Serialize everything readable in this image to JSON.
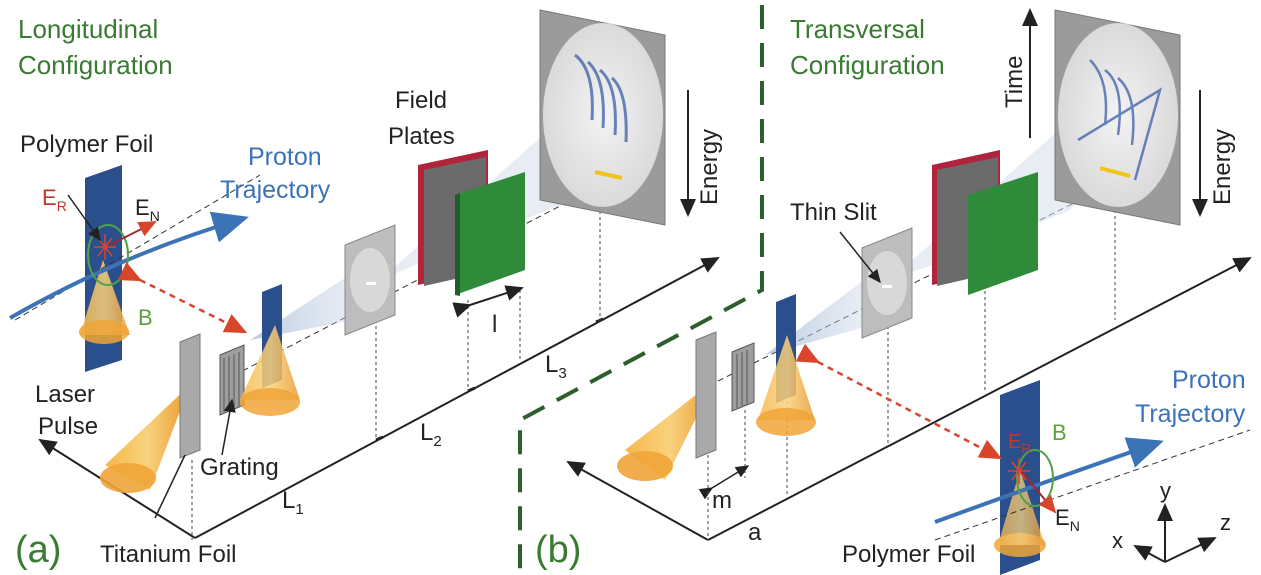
{
  "panel_a": {
    "config_title_line1": "Longitudinal",
    "config_title_line2": "Configuration",
    "polymer_foil": "Polymer Foil",
    "proton_line1": "Proton",
    "proton_line2": "Trajectory",
    "field_line1": "Field",
    "field_line2": "Plates",
    "energy": "Energy",
    "laser_line1": "Laser",
    "laser_line2": "Pulse",
    "grating": "Grating",
    "titanium_foil": "Titanium Foil",
    "panel_label": "(a)",
    "E_R": "E",
    "E_R_sub": "R",
    "E_N": "E",
    "E_N_sub": "N",
    "B": "B",
    "L1": "L",
    "L1_sub": "1",
    "L2": "L",
    "L2_sub": "2",
    "L3": "L",
    "L3_sub": "3",
    "l": "l"
  },
  "panel_b": {
    "config_title_line1": "Transversal",
    "config_title_line2": "Configuration",
    "time": "Time",
    "energy": "Energy",
    "thin_slit": "Thin Slit",
    "proton_line1": "Proton",
    "proton_line2": "Trajectory",
    "polymer_foil": "Polymer Foil",
    "panel_label": "(b)",
    "E_R": "E",
    "E_R_sub": "R",
    "E_N": "E",
    "E_N_sub": "N",
    "B": "B",
    "m": "m",
    "a": "a",
    "axis_x": "x",
    "axis_y": "y",
    "axis_z": "z"
  },
  "colors": {
    "title_green": "#3a7a32",
    "proton_blue": "#3b73b6",
    "plate_green": "#2f8a3a",
    "plate_red": "#b0243c",
    "laser_orange": "#f3a53a",
    "foil_blue": "#2b4f8c",
    "divider_green": "#2e5e2b"
  }
}
